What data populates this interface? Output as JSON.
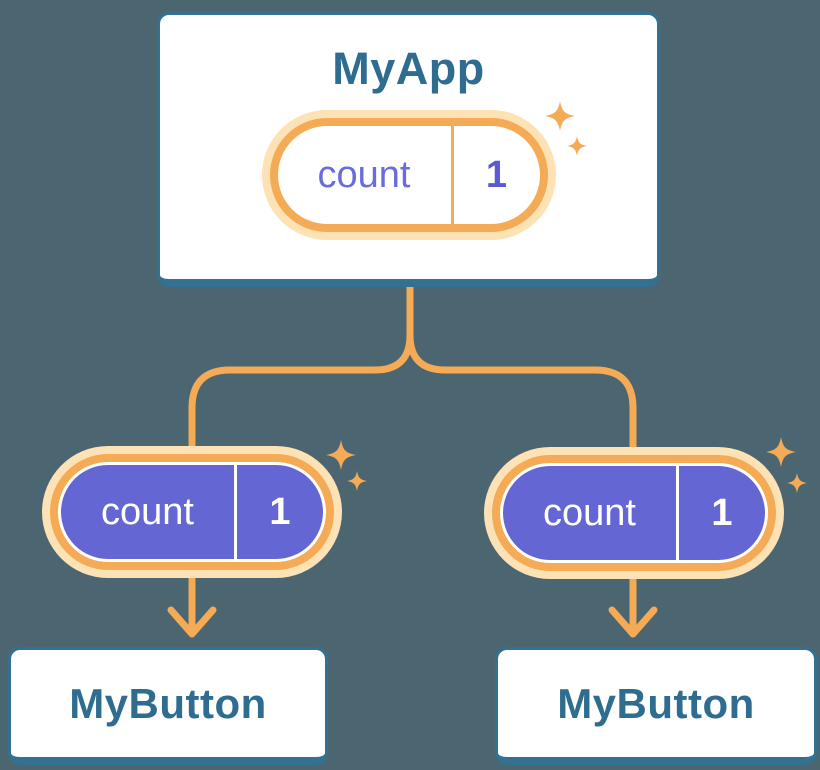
{
  "diagram": {
    "root": {
      "label": "MyApp",
      "pill": {
        "key": "count",
        "value": "1"
      }
    },
    "children": [
      {
        "label": "MyButton",
        "pill": {
          "key": "count",
          "value": "1"
        }
      },
      {
        "label": "MyButton",
        "pill": {
          "key": "count",
          "value": "1"
        }
      }
    ]
  },
  "icons": {
    "sparkle": "4-point sparkle star",
    "arrow": "downward chevron arrow"
  },
  "colors": {
    "background": "#4c6671",
    "card_background": "#ffffff",
    "card_border": "#34708f",
    "title_text": "#2e6d90",
    "pill_halo": "#fce2b4",
    "pill_ring": "#f5ab55",
    "pill_purple_fill": "#6467d3",
    "pill_key_text_purple": "#6a6cde",
    "pill_value_text_purple": "#5a5bd2",
    "pill_text_white": "#ffffff",
    "connector": "#f5ab55"
  }
}
